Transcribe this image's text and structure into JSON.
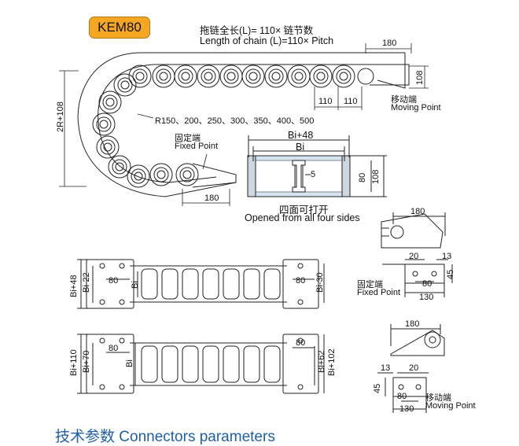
{
  "model": "KEM80",
  "title_cn": "拖链全长(L)= 110× 链节数",
  "title_en": "Length of chain (L)=110× Pitch",
  "radii": "R150、200、250、300、350、400、500",
  "dims": {
    "d180": "180",
    "d108": "108",
    "d110": "110",
    "d2R": "2R+108",
    "dBi48": "Bi+48",
    "dBi": "Bi",
    "d5": "5",
    "d80": "80",
    "d20": "20",
    "d13": "13",
    "d45": "45",
    "d130": "130",
    "dBi22": "Bi-22",
    "dBi30": "Bi-30",
    "dBi110": "Bi+110",
    "dBi70": "Bi+70",
    "dBi62": "Bi+62",
    "dBi102": "Bi+102"
  },
  "labels": {
    "moving_cn": "移动端",
    "moving_en": "Moving Point",
    "fixed_cn": "固定端",
    "fixed_en": "Fixed Point",
    "opened_cn": "四面可打开",
    "opened_en": "Opened from all four sides"
  },
  "footer": "技术参数 Connectors parameters",
  "colors": {
    "line": "#222222",
    "accent": "#f5a623",
    "crosssection_fill": "#d6e4f2",
    "footer": "#1f5fa8"
  }
}
